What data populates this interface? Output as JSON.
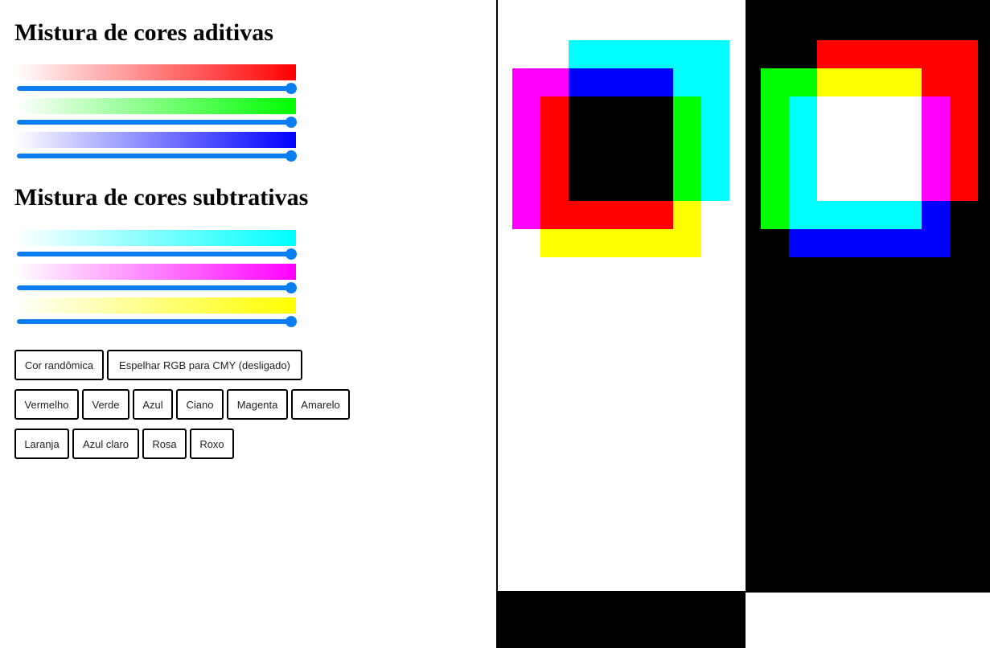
{
  "additive": {
    "title": "Mistura de cores aditivas",
    "sliders": [
      {
        "name": "red",
        "color": "#ff0000",
        "value": 255,
        "max": 255
      },
      {
        "name": "green",
        "color": "#00ff00",
        "value": 255,
        "max": 255
      },
      {
        "name": "blue",
        "color": "#0000ff",
        "value": 255,
        "max": 255
      }
    ]
  },
  "subtractive": {
    "title": "Mistura de cores subtrativas",
    "sliders": [
      {
        "name": "cyan",
        "color": "#00ffff",
        "value": 255,
        "max": 255
      },
      {
        "name": "magenta",
        "color": "#ff00ff",
        "value": 255,
        "max": 255
      },
      {
        "name": "yellow",
        "color": "#ffff00",
        "value": 255,
        "max": 255
      }
    ]
  },
  "buttons": {
    "random": "Cor randômica",
    "mirror": "Espelhar RGB para CMY (desligado)",
    "vermelho": "Vermelho",
    "verde": "Verde",
    "azul": "Azul",
    "ciano": "Ciano",
    "magenta": "Magenta",
    "amarelo": "Amarelo",
    "laranja": "Laranja",
    "azul_claro": "Azul claro",
    "rosa": "Rosa",
    "roxo": "Roxo"
  },
  "colors": {
    "slider_accent": "#0a7ef0",
    "subtractive_bg": "#ffffff",
    "additive_bg": "#000000"
  }
}
